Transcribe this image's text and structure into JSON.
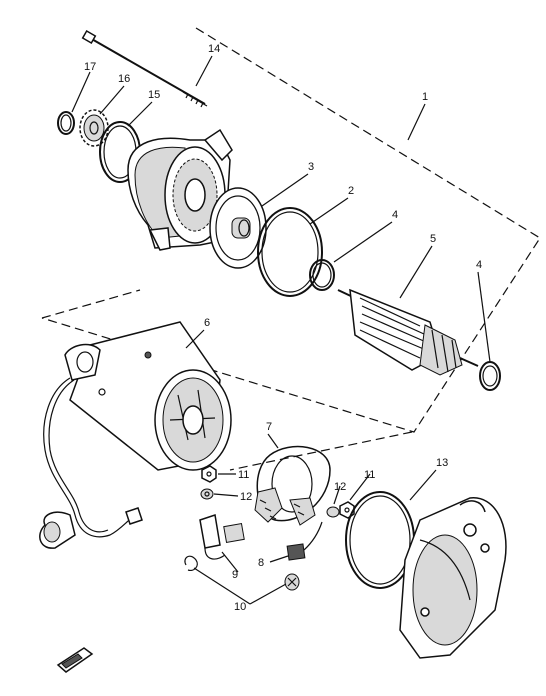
{
  "callouts": [
    {
      "id": "c1",
      "text": "1"
    },
    {
      "id": "c2",
      "text": "2"
    },
    {
      "id": "c3",
      "text": "3"
    },
    {
      "id": "c4a",
      "text": "4"
    },
    {
      "id": "c4b",
      "text": "4"
    },
    {
      "id": "c5",
      "text": "5"
    },
    {
      "id": "c6",
      "text": "6"
    },
    {
      "id": "c7",
      "text": "7"
    },
    {
      "id": "c8",
      "text": "8"
    },
    {
      "id": "c9",
      "text": "9"
    },
    {
      "id": "c10",
      "text": "10"
    },
    {
      "id": "c11a",
      "text": "11"
    },
    {
      "id": "c11b",
      "text": "11"
    },
    {
      "id": "c12a",
      "text": "12"
    },
    {
      "id": "c12b",
      "text": "12"
    },
    {
      "id": "c13",
      "text": "13"
    },
    {
      "id": "c14",
      "text": "14"
    },
    {
      "id": "c15",
      "text": "15"
    },
    {
      "id": "c16",
      "text": "16"
    },
    {
      "id": "c17",
      "text": "17"
    }
  ]
}
